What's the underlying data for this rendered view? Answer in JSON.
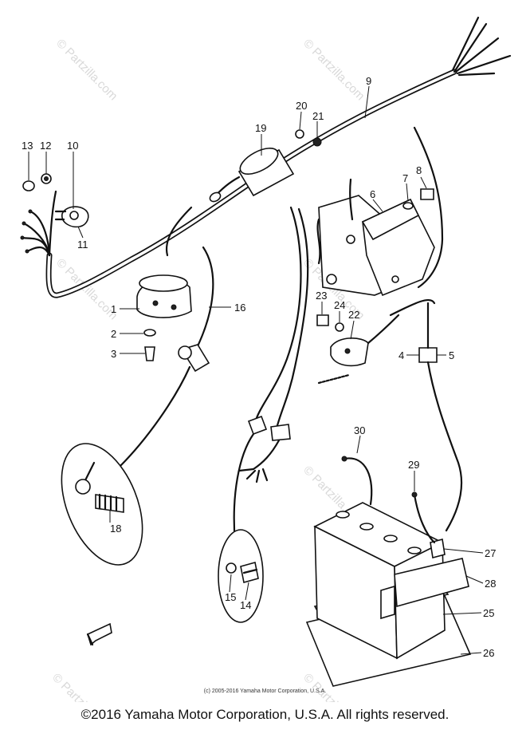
{
  "watermark": "© Partzilla.com",
  "copyright_small": "(c) 2005-2016 Yamaha Motor Corporation, U.S.A.",
  "copyright_main": "©2016 Yamaha Motor Corporation, U.S.A. All rights reserved.",
  "callouts": {
    "c1": "1",
    "c2": "2",
    "c3": "3",
    "c4": "4",
    "c5": "5",
    "c6": "6",
    "c7": "7",
    "c8": "8",
    "c9": "9",
    "c10": "10",
    "c11": "11",
    "c12": "12",
    "c13": "13",
    "c14": "14",
    "c15": "15",
    "c16": "16",
    "c18": "18",
    "c19": "19",
    "c20": "20",
    "c21": "21",
    "c22": "22",
    "c23": "23",
    "c24": "24",
    "c25": "25",
    "c26": "26",
    "c27": "27",
    "c28": "28",
    "c29": "29",
    "c30": "30"
  }
}
